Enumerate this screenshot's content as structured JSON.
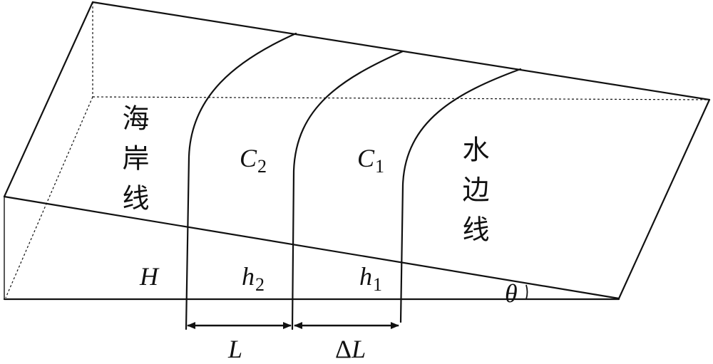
{
  "labels": {
    "shoreline": "海岸线",
    "waterline": "水边线",
    "c2": {
      "main": "C",
      "sub": "2"
    },
    "c1": {
      "main": "C",
      "sub": "1"
    },
    "H": "H",
    "h2": {
      "main": "h",
      "sub": "2"
    },
    "h1": {
      "main": "h",
      "sub": "1"
    },
    "theta": "θ",
    "L": "L",
    "deltaL": {
      "prefix": "Δ",
      "main": "L"
    }
  },
  "colors": {
    "line": "#111111",
    "background": "#ffffff"
  }
}
